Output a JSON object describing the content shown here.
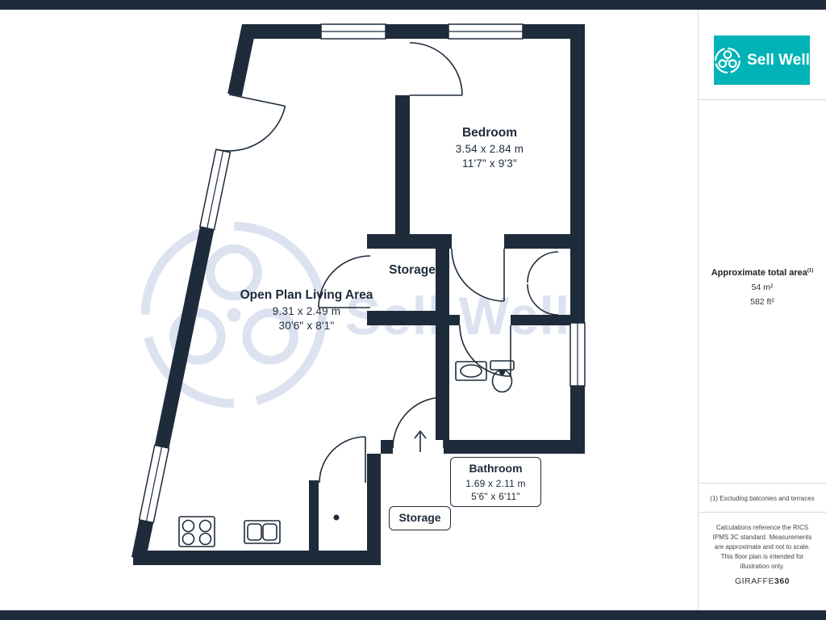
{
  "page": {
    "background": "#ffffff",
    "accent_bar_color": "#1e2b3a"
  },
  "sidebar": {
    "logo": {
      "text": "Sell Well",
      "background": "#00b3b6"
    },
    "area": {
      "label": "Approximate total area",
      "footnote_marker": "(1)",
      "metric": "54 m²",
      "imperial": "582 ft²"
    },
    "footnote": "(1) Excluding balconies and terraces",
    "disclaimer": "Calculations reference the RICS IPMS 3C standard. Measurements are approximate and not to scale. This floor plan is intended for illustration only.",
    "brand": {
      "name": "GIRAFFE",
      "suffix": "360"
    }
  },
  "floorplan": {
    "wall_color": "#1e2b3a",
    "watermark": {
      "text": "Sell Well",
      "color": "#dce2f0"
    },
    "rooms": {
      "bedroom": {
        "name": "Bedroom",
        "metric": "3.54 x 2.84 m",
        "imperial": "11'7\" x 9'3\""
      },
      "living": {
        "name": "Open Plan Living Area",
        "metric": "9.31 x 2.49 m",
        "imperial": "30'6\" x 8'1\""
      },
      "storage_upper": {
        "name": "Storage"
      },
      "bathroom": {
        "name": "Bathroom",
        "metric": "1.69 x 2.11 m",
        "imperial": "5'6\" x 6'11\""
      },
      "storage_lower": {
        "name": "Storage"
      }
    }
  }
}
